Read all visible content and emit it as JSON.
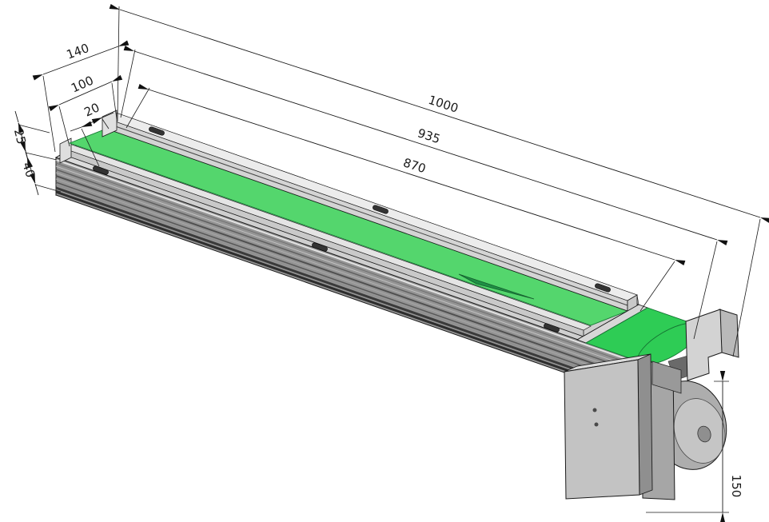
{
  "dims": {
    "overall_width": "140",
    "belt_width": "100",
    "slot_offset": "20",
    "rail_height": "25",
    "frame_height": "40",
    "overall_length": "1000",
    "mid_length": "935",
    "belt_length": "870",
    "drive_height": "150"
  },
  "colors": {
    "belt_green": "#54d66d",
    "drum_green": "#2ecc55",
    "frame_mid": "#949494",
    "metal_light": "#d9d9d9",
    "line_color": "#1a1a1a",
    "background": "#ffffff"
  }
}
